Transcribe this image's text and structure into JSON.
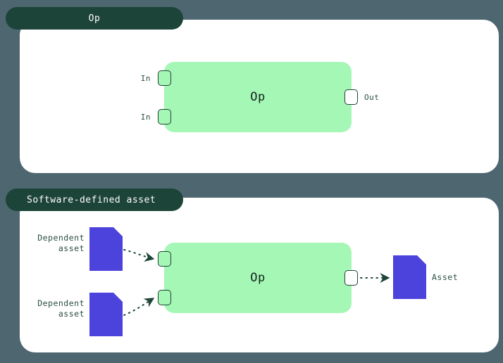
{
  "background_color": "#4d6670",
  "colors": {
    "tab": "#1d4438",
    "panel": "#ffffff",
    "op_box": "#a5f7b5",
    "asset": "#4c42dc",
    "text_dark": "#2a4d45",
    "edge": "#1d4438"
  },
  "panels": [
    {
      "id": "op",
      "tab_label": "Op",
      "op_label": "Op",
      "ports": {
        "inputs": [
          {
            "label": "In"
          },
          {
            "label": "In"
          }
        ],
        "outputs": [
          {
            "label": "Out"
          }
        ]
      }
    },
    {
      "id": "software-defined-asset",
      "tab_label": "Software-defined asset",
      "op_label": "Op",
      "upstream_assets": [
        {
          "label": "Dependent\nasset"
        },
        {
          "label": "Dependent\nasset"
        }
      ],
      "downstream_assets": [
        {
          "label": "Asset"
        }
      ]
    }
  ]
}
